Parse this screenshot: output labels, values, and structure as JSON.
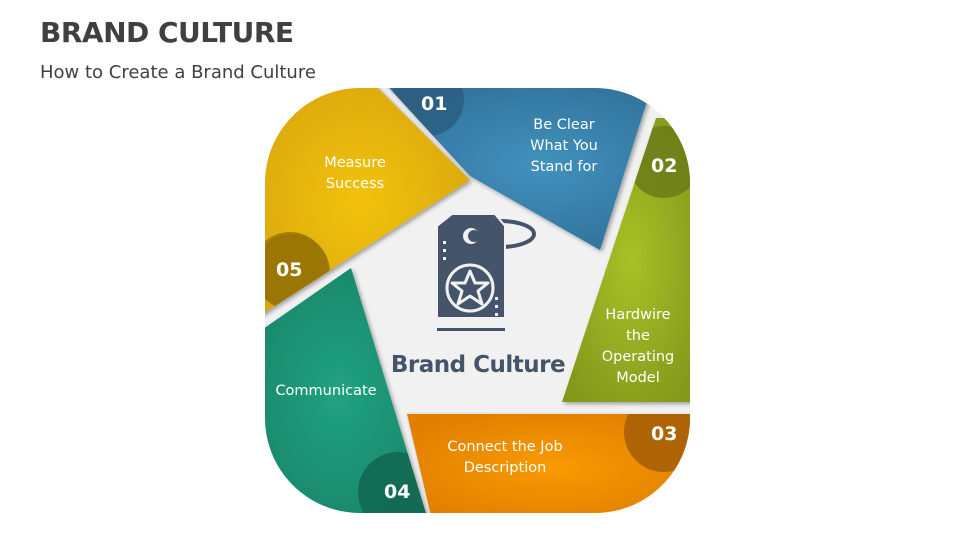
{
  "header": {
    "title": "BRAND CULTURE",
    "subtitle": "How to Create a Brand Culture"
  },
  "center": {
    "label": "Brand Culture",
    "icon": "brand-tag-star-icon",
    "color": "#44546a"
  },
  "segments": [
    {
      "number": "01",
      "label_lines": [
        "Be Clear",
        "What You",
        "Stand for"
      ],
      "color": "#3a86b4",
      "dark": "#2b5f82"
    },
    {
      "number": "02",
      "label_lines": [
        "Hardwire",
        "the",
        "Operating",
        "Model"
      ],
      "color": "#9cb524",
      "dark": "#6d7e18"
    },
    {
      "number": "03",
      "label_lines": [
        "Connect the Job",
        "Description"
      ],
      "color": "#f08c00",
      "dark": "#a55e06"
    },
    {
      "number": "04",
      "label_lines": [
        "Communicate"
      ],
      "color": "#1e9a7c",
      "dark": "#136852"
    },
    {
      "number": "05",
      "label_lines": [
        "Measure",
        "Success"
      ],
      "color": "#e8b40c",
      "dark": "#9a7606"
    }
  ],
  "colors": {
    "center_bg": "#f1f1f1",
    "title": "#404040"
  }
}
